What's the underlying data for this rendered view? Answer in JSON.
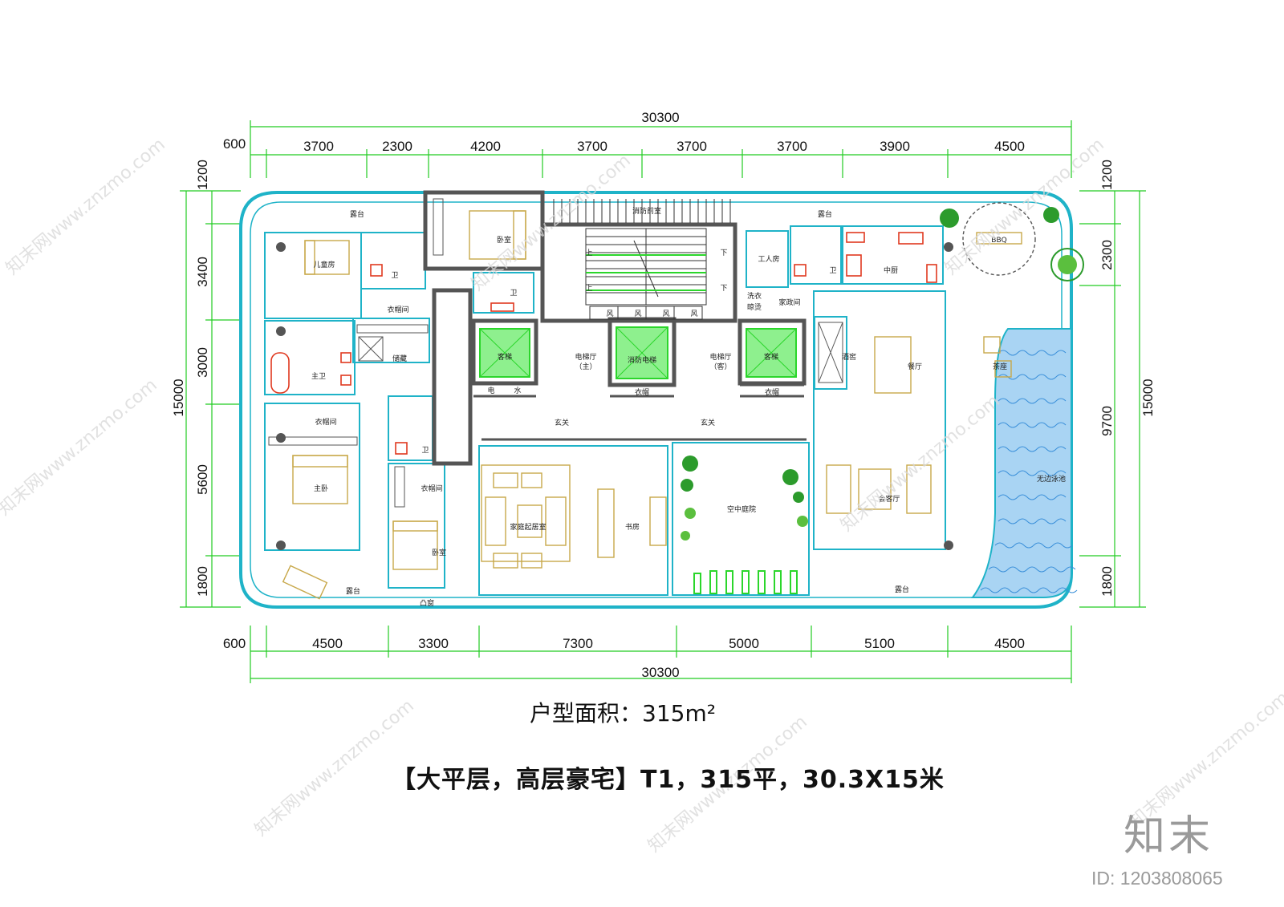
{
  "dimensions": {
    "top_total": "30300",
    "top_segments": [
      "600",
      "3700",
      "2300",
      "4200",
      "3700",
      "3700",
      "3700",
      "3900",
      "4500"
    ],
    "bottom_total": "30300",
    "bottom_segments": [
      "600",
      "4500",
      "3300",
      "7300",
      "5000",
      "5100",
      "4500"
    ],
    "left_total": "15000",
    "left_segments": [
      "1200",
      "3400",
      "3000",
      "5600",
      "1800"
    ],
    "right_total": "15000",
    "right_segments": [
      "1200",
      "2300",
      "9700",
      "1800"
    ]
  },
  "rooms": {
    "terrace_nw": "露台",
    "child_room": "儿童房",
    "bath_1": "卫",
    "closet_1": "衣帽间",
    "bedroom_n": "卧室",
    "bath_2": "卫",
    "storage": "储藏",
    "master_bath": "主卫",
    "closet_2": "衣帽间",
    "master_bedroom": "主卧",
    "bath_3": "卫",
    "closet_3": "衣帽间",
    "bedroom_s": "卧室",
    "bay_window": "凸窗",
    "terrace_sw": "露台",
    "stair_fire": "消防前室",
    "up_1": "上",
    "up_2": "上",
    "down_1": "下",
    "down_2": "下",
    "wind_1": "风",
    "wind_2": "风",
    "wind_3": "风",
    "wind_4": "风",
    "guest_lift_1": "客梯",
    "lift_hall_main": "电梯厅",
    "lift_hall_main_sub": "（主）",
    "fire_lift": "消防电梯",
    "lift_hall_guest": "电梯厅",
    "lift_hall_guest_sub": "（客）",
    "guest_lift_2": "客梯",
    "elec": "电",
    "water": "水",
    "coat_1": "衣帽",
    "coat_2": "衣帽",
    "foyer_1": "玄关",
    "foyer_2": "玄关",
    "family_room": "家庭起居室",
    "study": "书房",
    "sky_garden": "空中庭院",
    "terrace_ne": "露台",
    "maid_room": "工人房",
    "bath_4": "卫",
    "laundry": "洗衣\n晾烫",
    "laundry_a": "洗衣",
    "laundry_b": "晾烫",
    "housekeeping": "家政间",
    "chinese_kitchen": "中厨",
    "wine_cellar": "酒窖",
    "dining": "餐厅",
    "living": "会客厅",
    "bbq": "BBQ",
    "tea_seat": "茶座",
    "infinity_pool": "无边泳池",
    "terrace_se": "露台"
  },
  "area_label": "户型面积：315m²",
  "title": "【大平层，高层豪宅】T1，315平，30.3X15米",
  "watermark": "知末网www.znzmo.com",
  "logo": "知末",
  "image_id": "ID: 1203808065",
  "colors": {
    "dimension_line": "#22cc22",
    "outer_wall": "#1fb3c8",
    "wall": "#444444",
    "pool": "#3a8fd9",
    "furniture": "#c8a84a",
    "lift": "#2bd62b"
  }
}
